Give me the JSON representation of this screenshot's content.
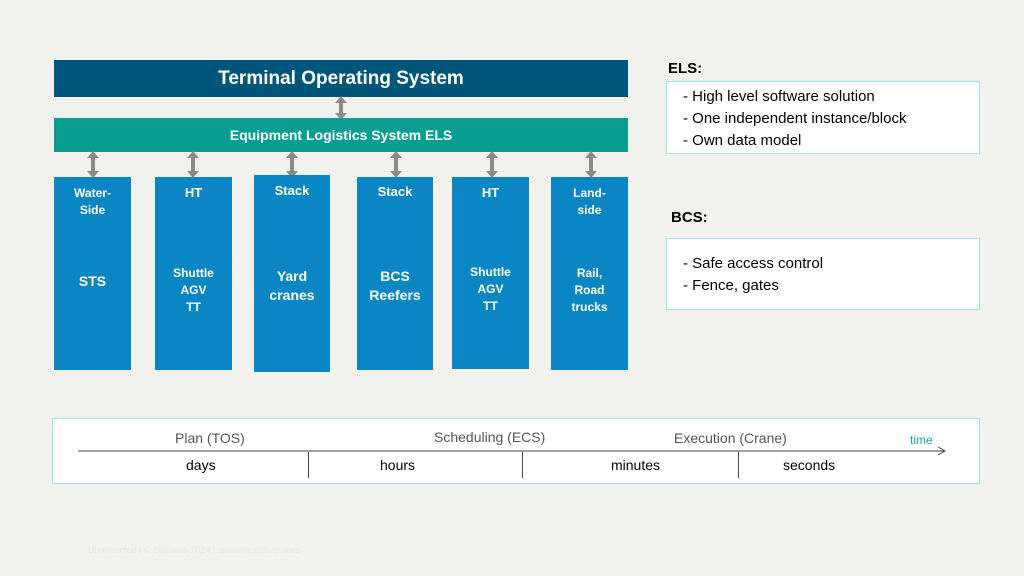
{
  "diagram": {
    "tos_label": "Terminal Operating System",
    "els_label": "Equipment Logistics System ELS",
    "columns": [
      {
        "head": "Water-\nSide",
        "body": "STS"
      },
      {
        "head": "HT",
        "body": "Shuttle\nAGV\nTT"
      },
      {
        "head": "Stack",
        "body": "Yard\ncranes"
      },
      {
        "head": "Stack",
        "body": "BCS\nReefers"
      },
      {
        "head": "HT",
        "body": "Shuttle\nAGV\nTT"
      },
      {
        "head": "Land-\nside",
        "body": "Rail,\nRoad\ntrucks"
      }
    ]
  },
  "els_info": {
    "heading": "ELS:",
    "items": [
      "- High level software solution",
      "- One independent instance/block",
      "- Own data model"
    ]
  },
  "bcs_info": {
    "heading": "BCS:",
    "items": [
      "- Safe access control",
      "- Fence, gates"
    ]
  },
  "timeline": {
    "phases": [
      "Plan (TOS)",
      "Scheduling (ECS)",
      "Execution (Crane)"
    ],
    "axis_label": "time",
    "units": [
      "days",
      "hours",
      "minutes",
      "seconds"
    ]
  },
  "footer": "Unrestricted | © Siemens 2024 | siemens.com/cranes",
  "colors": {
    "tos": "#00557a",
    "els": "#0a9e91",
    "columns": "#0b86c4",
    "arrows": "#8a8a8a",
    "box_border": "#9fe0ec",
    "time_label": "#1aa3a3"
  }
}
